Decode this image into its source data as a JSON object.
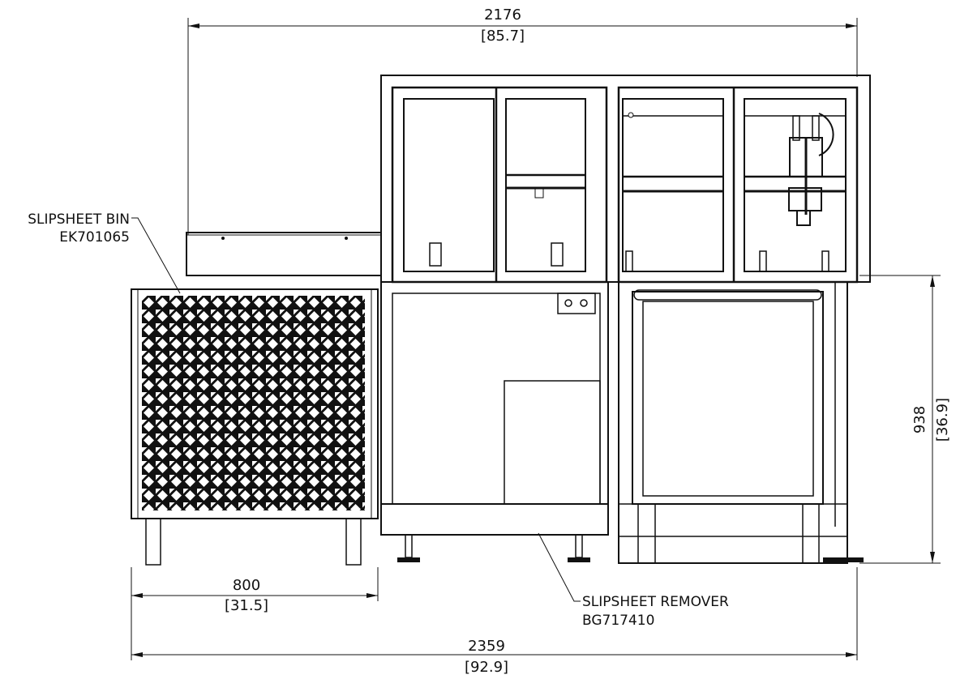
{
  "title": "Slipsheet system elevation drawing",
  "dimensions": {
    "overall_top": {
      "mm": "2176",
      "in": "[85.7]"
    },
    "height_right": {
      "mm": "938",
      "in": "[36.9]"
    },
    "bin_width": {
      "mm": "800",
      "in": "[31.5]"
    },
    "overall_bottom": {
      "mm": "2359",
      "in": "[92.9]"
    }
  },
  "callouts": {
    "bin": {
      "name": "SLIPSHEET BIN",
      "part": "EK701065"
    },
    "remover": {
      "name": "SLIPSHEET REMOVER",
      "part": "BG717410"
    }
  },
  "colors": {
    "line": "#111111",
    "background": "#ffffff"
  }
}
